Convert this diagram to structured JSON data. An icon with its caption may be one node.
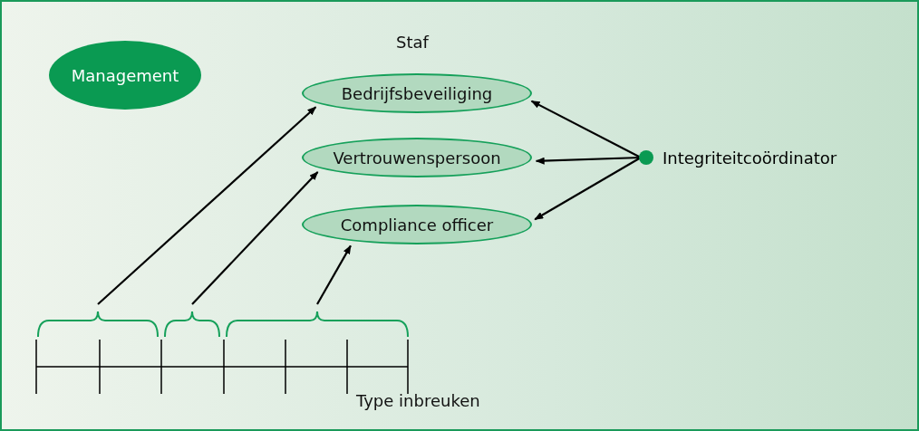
{
  "diagram": {
    "nodes": [
      {
        "text": [
          "Management"
        ]
      },
      {
        "text": [
          "Bedrijfsbeveiliging"
        ]
      },
      {
        "text": [
          "Vertrouwenspersoon"
        ]
      },
      {
        "text": [
          "Compliance officer"
        ]
      },
      {
        "text": [
          "Integriteitcoördinator"
        ]
      },
      {
        "text": [],
        "shape": "brace"
      },
      {
        "text": [],
        "shape": "brace"
      },
      {
        "text": [],
        "shape": "brace"
      }
    ],
    "edges": [
      {
        "from": 4,
        "to": 1,
        "arrow": "to"
      },
      {
        "from": 4,
        "to": 2,
        "arrow": "to"
      },
      {
        "from": 4,
        "to": 3,
        "arrow": "to"
      },
      {
        "from": 5,
        "to": 1,
        "arrow": "to"
      },
      {
        "from": 6,
        "to": 2,
        "arrow": "to"
      },
      {
        "from": 7,
        "to": 3,
        "arrow": "to"
      }
    ],
    "labels": [
      "Staf",
      "Type inbreuken"
    ]
  }
}
